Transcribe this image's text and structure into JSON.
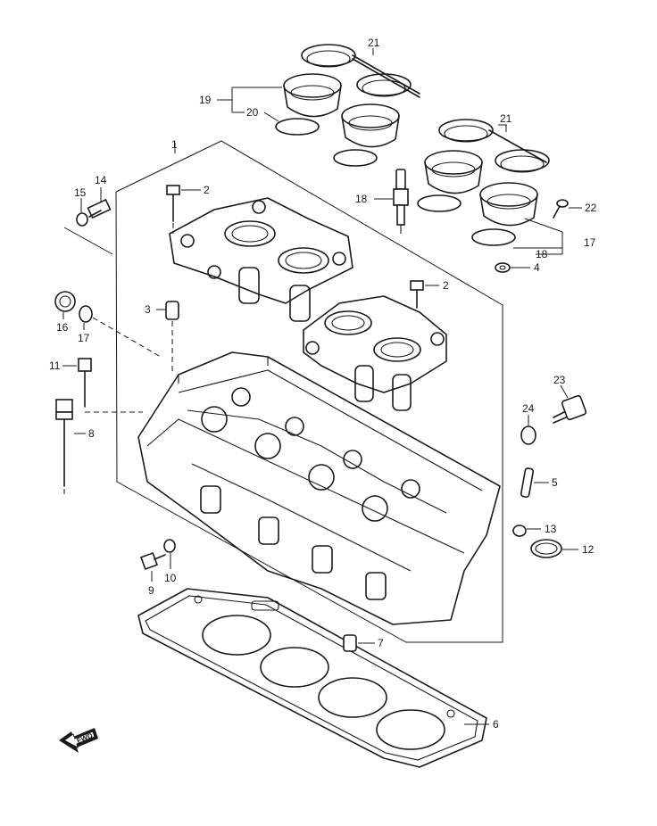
{
  "callouts": [
    {
      "id": "1",
      "label": "1"
    },
    {
      "id": "2a",
      "label": "2"
    },
    {
      "id": "2b",
      "label": "2"
    },
    {
      "id": "3",
      "label": "3"
    },
    {
      "id": "4",
      "label": "4"
    },
    {
      "id": "5",
      "label": "5"
    },
    {
      "id": "6",
      "label": "6"
    },
    {
      "id": "7",
      "label": "7"
    },
    {
      "id": "8",
      "label": "8"
    },
    {
      "id": "9",
      "label": "9"
    },
    {
      "id": "10",
      "label": "10"
    },
    {
      "id": "11",
      "label": "11"
    },
    {
      "id": "12",
      "label": "12"
    },
    {
      "id": "13",
      "label": "13"
    },
    {
      "id": "14",
      "label": "14"
    },
    {
      "id": "15",
      "label": "15"
    },
    {
      "id": "16",
      "label": "16"
    },
    {
      "id": "17a",
      "label": "17"
    },
    {
      "id": "17b",
      "label": "17"
    },
    {
      "id": "18a",
      "label": "18"
    },
    {
      "id": "18b",
      "label": "18"
    },
    {
      "id": "19",
      "label": "19"
    },
    {
      "id": "20",
      "label": "20"
    },
    {
      "id": "21a",
      "label": "21"
    },
    {
      "id": "21b",
      "label": "21"
    },
    {
      "id": "22",
      "label": "22"
    },
    {
      "id": "23",
      "label": "23"
    },
    {
      "id": "24",
      "label": "24"
    }
  ],
  "fwd_label": "FWD"
}
